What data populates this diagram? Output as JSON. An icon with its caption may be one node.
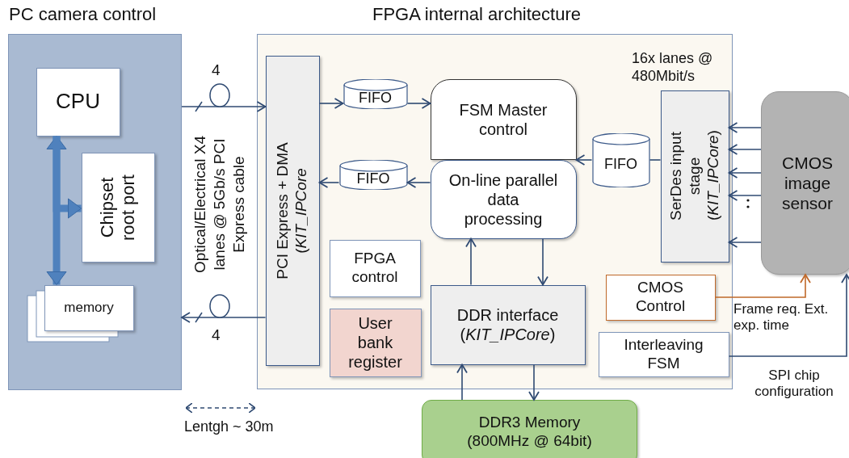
{
  "diagram": {
    "nodes": [
      {
        "text": [
          "PC camera control"
        ]
      },
      {
        "text": [
          "CPU"
        ],
        "in": 0
      },
      {
        "text": [
          "Chipset root port"
        ],
        "in": 0
      },
      {
        "text": [
          "memory"
        ],
        "in": 0
      },
      {
        "text": [
          "FPGA internal architecture"
        ]
      },
      {
        "text": [
          "PCI Express + DMA",
          "(*KIT_IPCore*"
        ],
        "in": 4
      },
      {
        "text": [
          "FIFO"
        ],
        "in": 4
      },
      {
        "text": [
          "FIFO"
        ],
        "in": 4
      },
      {
        "text": [
          "FSM Master control"
        ],
        "in": 4
      },
      {
        "text": [
          "On-line parallel data processing"
        ],
        "in": 4
      },
      {
        "text": [
          "FIFO"
        ],
        "in": 4
      },
      {
        "text": [
          "SerDes input stage",
          "(*KIT_IPCore*)"
        ],
        "in": 4
      },
      {
        "text": [
          "FPGA control"
        ],
        "in": 4
      },
      {
        "text": [
          "User bank register"
        ],
        "in": 4
      },
      {
        "text": [
          "DDR interface",
          "(*KIT_IPCore*)"
        ],
        "in": 4
      },
      {
        "text": [
          "CMOS Control"
        ],
        "in": 4
      },
      {
        "text": [
          "Interleaving FSM"
        ],
        "in": 4
      },
      {
        "text": [
          "CMOS image sensor"
        ]
      },
      {
        "text": [
          "DDR3 Memory (800MHz @ 64bit)"
        ]
      }
    ],
    "edges": [
      {
        "from": 0,
        "to": 5,
        "arrow": "to",
        "label": "4"
      },
      {
        "from": 5,
        "to": 0,
        "arrow": "to",
        "label": "4"
      },
      {
        "from": 1,
        "to": 3,
        "arrow": "both",
        "style": "thick",
        "color": "#4f81bd"
      },
      {
        "from": 1,
        "to": 2,
        "arrow": "to",
        "style": "thick",
        "color": "#4f81bd"
      },
      {
        "from": 5,
        "to": 6,
        "arrow": "to"
      },
      {
        "from": 6,
        "to": 8,
        "arrow": "to"
      },
      {
        "from": 9,
        "to": 7,
        "arrow": "to"
      },
      {
        "from": 7,
        "to": 5,
        "arrow": "to"
      },
      {
        "from": 10,
        "to": 8,
        "arrow": "to"
      },
      {
        "from": 11,
        "to": 10,
        "arrow": "none"
      },
      {
        "from": 14,
        "to": 9,
        "arrow": "to"
      },
      {
        "from": 9,
        "to": 14,
        "arrow": "to"
      },
      {
        "from": 18,
        "to": 14,
        "arrow": "to"
      },
      {
        "from": 14,
        "to": 18,
        "arrow": "to"
      },
      {
        "from": 17,
        "to": 11,
        "arrow": "to"
      },
      {
        "from": 17,
        "to": 11,
        "arrow": "to"
      },
      {
        "from": 17,
        "to": 11,
        "arrow": "to"
      },
      {
        "from": 17,
        "to": 11,
        "arrow": "to"
      },
      {
        "from": 17,
        "to": 11,
        "arrow": "to"
      },
      {
        "from": 15,
        "to": 17,
        "arrow": "to",
        "color": "#c0692a",
        "label": "Frame req. Ext. exp. time"
      },
      {
        "from": 16,
        "to": 17,
        "arrow": "to",
        "label": "SPI chip configuration"
      }
    ],
    "labels": [
      "Optical/Electrical X4 lanes @ 5Gb/s PCI Express cable",
      "16x lanes @ 480Mbit/s",
      "Lentgh ~ 30m"
    ]
  }
}
